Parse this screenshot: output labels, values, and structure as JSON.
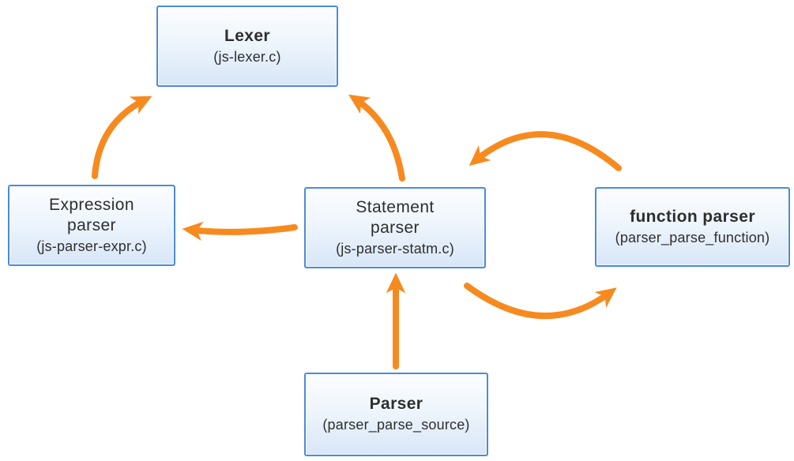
{
  "colors": {
    "arrow": "#F78A1E",
    "box_border": "#4A8BD8",
    "box_fill_top": "#FCFDFF",
    "box_fill_bottom": "#D8E6F7",
    "text": "#2E2E2E"
  },
  "nodes": [
    {
      "id": "lexer",
      "title": "Lexer",
      "subtitle": "(js-lexer.c)"
    },
    {
      "id": "expression-parser",
      "title": "Expression\nparser",
      "subtitle": "(js-parser-expr.c)"
    },
    {
      "id": "statement-parser",
      "title": "Statement\nparser",
      "subtitle": "(js-parser-statm.c)"
    },
    {
      "id": "function-parser",
      "title": "function parser",
      "subtitle": "(parser_parse_function)"
    },
    {
      "id": "parser",
      "title": "Parser",
      "subtitle": "(parser_parse_source)"
    }
  ],
  "edges": [
    {
      "from": "expression-parser",
      "to": "lexer"
    },
    {
      "from": "statement-parser",
      "to": "lexer"
    },
    {
      "from": "statement-parser",
      "to": "expression-parser"
    },
    {
      "from": "function-parser",
      "to": "statement-parser"
    },
    {
      "from": "statement-parser",
      "to": "function-parser"
    },
    {
      "from": "parser",
      "to": "statement-parser"
    }
  ]
}
